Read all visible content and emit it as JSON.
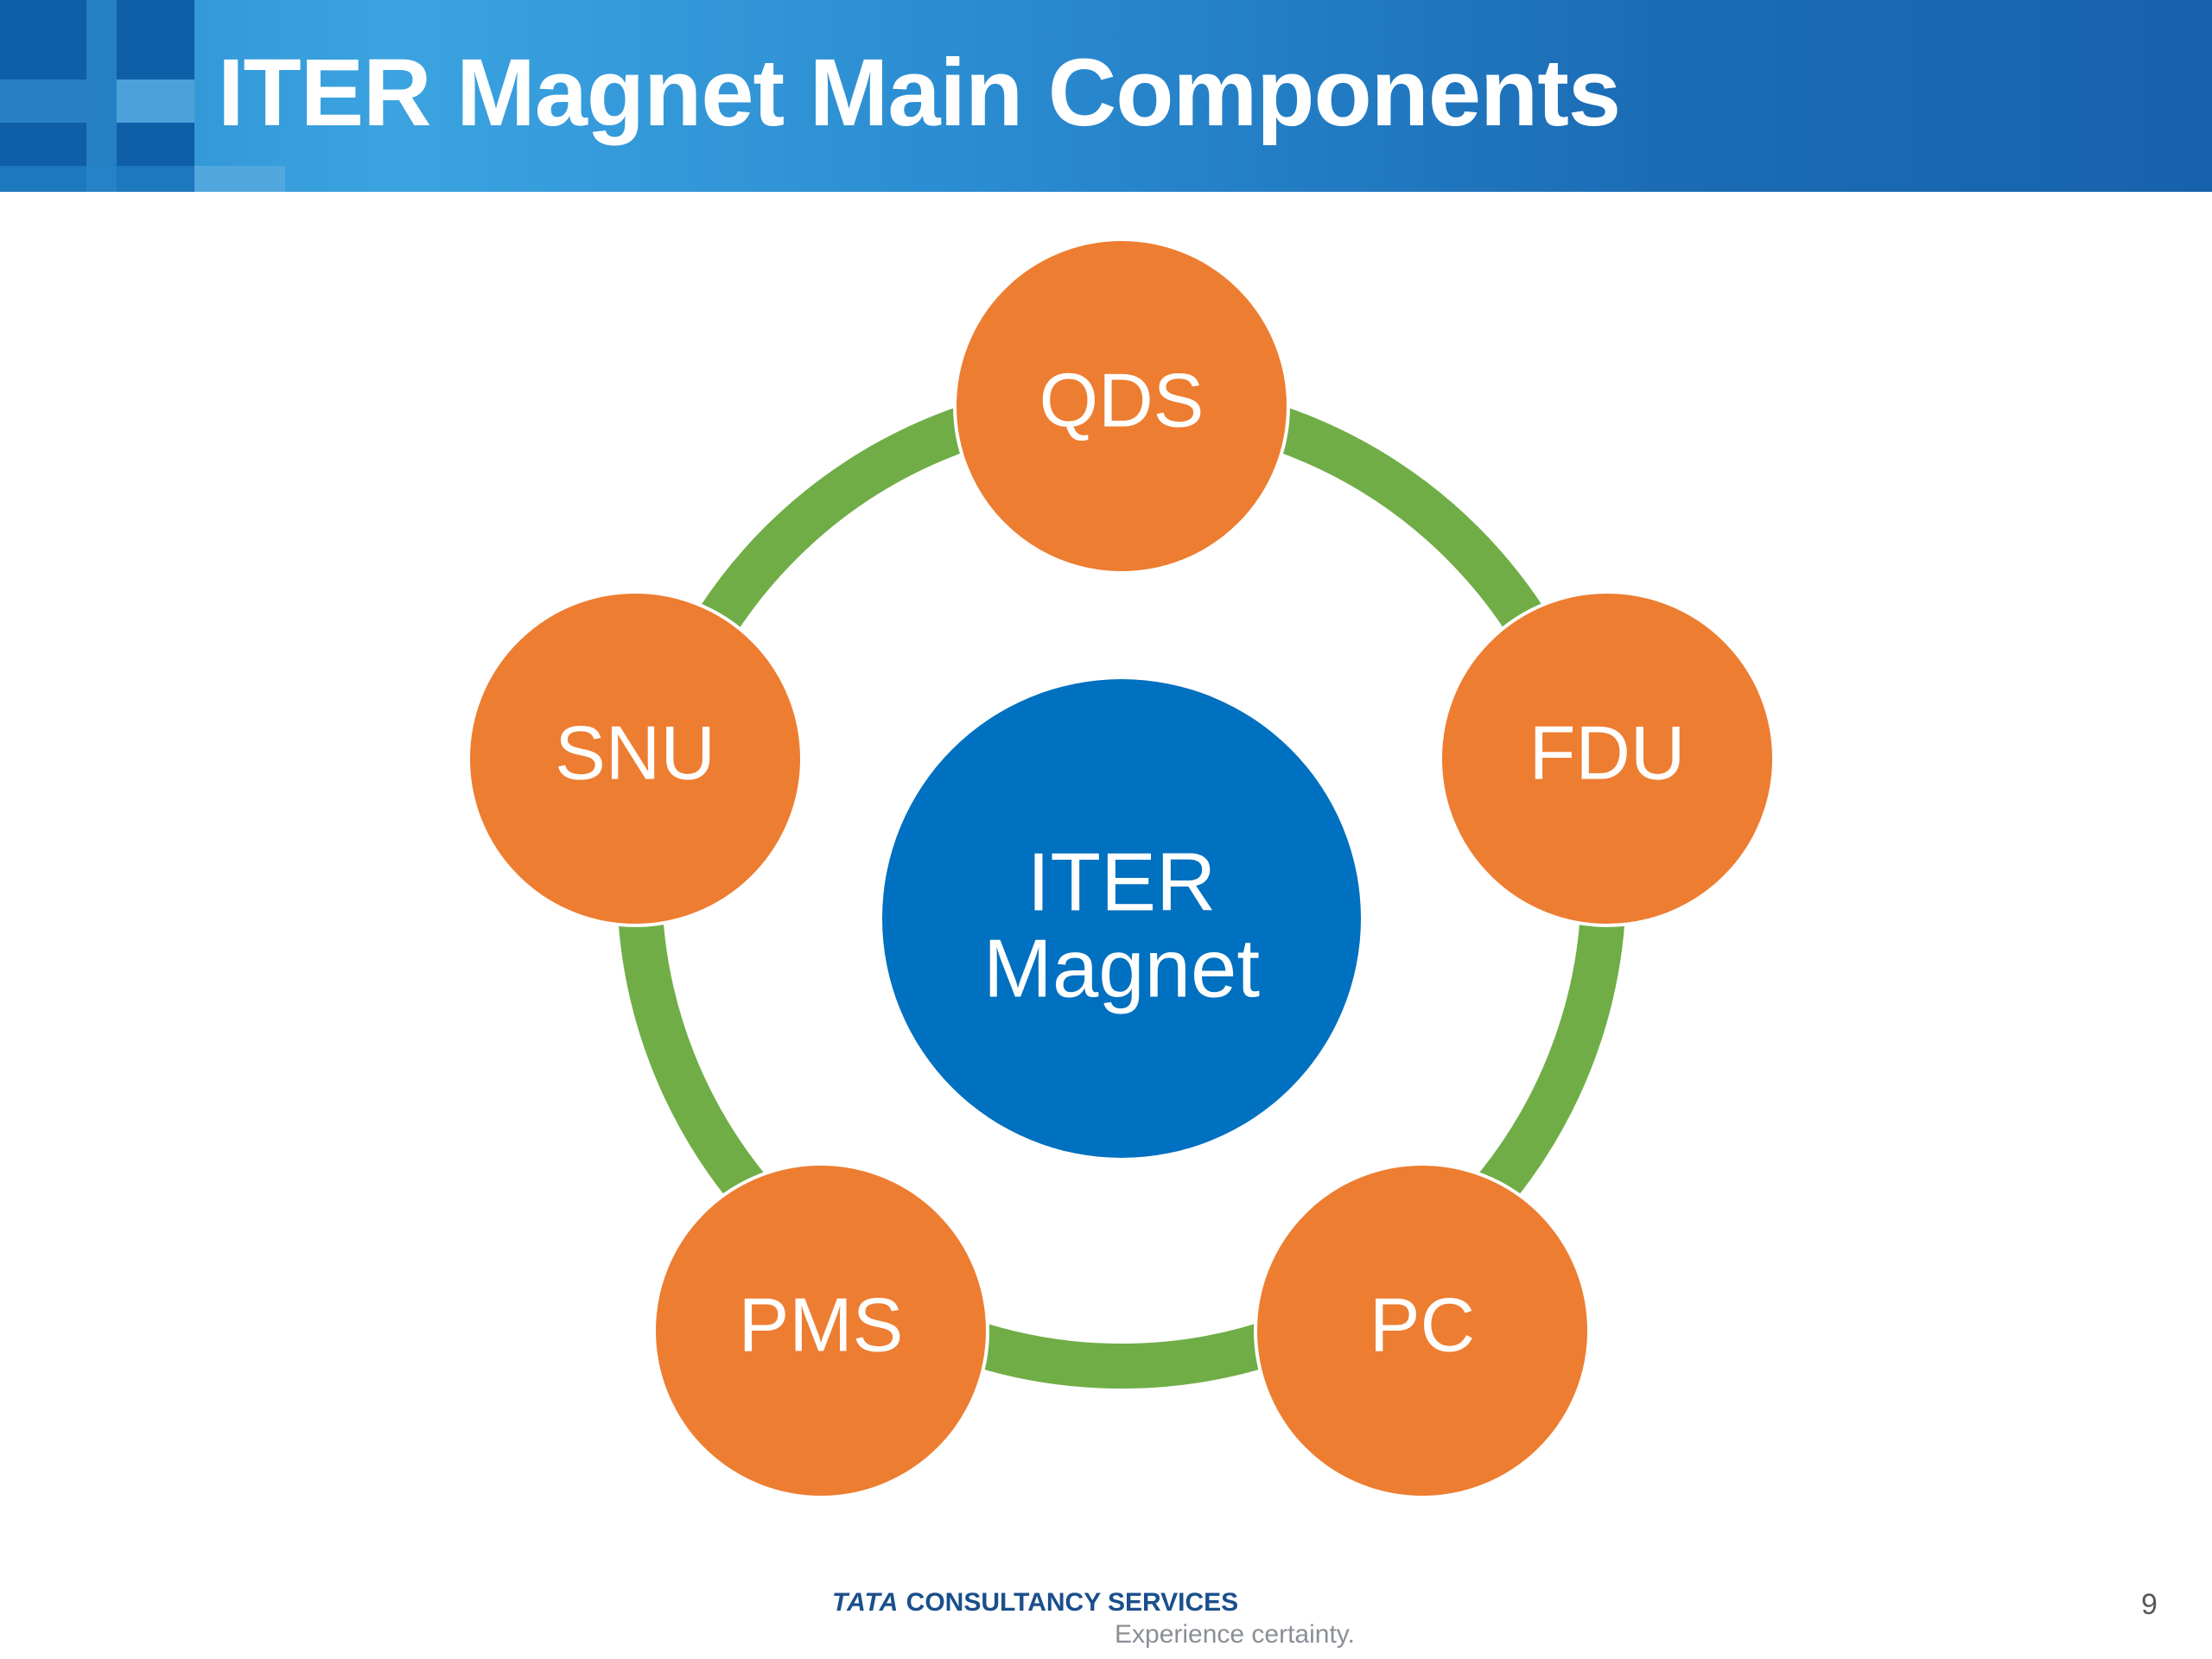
{
  "slide": {
    "title": "ITER Magnet Main Components",
    "page_number": "9"
  },
  "diagram": {
    "center": {
      "label_line1": "ITER",
      "label_line2": "Magnet"
    },
    "nodes": [
      {
        "id": "qds",
        "label": "QDS"
      },
      {
        "id": "fdu",
        "label": "FDU"
      },
      {
        "id": "pc",
        "label": "PC"
      },
      {
        "id": "pms",
        "label": "PMS"
      },
      {
        "id": "snu",
        "label": "SNU"
      }
    ],
    "colors": {
      "node": "#ed7d31",
      "center": "#0070c0",
      "ring": "#70ad47",
      "header": "#2a8bd0",
      "text": "#ffffff"
    }
  },
  "footer": {
    "brand_tata": "TATA",
    "brand_rest": "CONSULTANCY SERVICES",
    "tagline": "Experience certainty."
  }
}
